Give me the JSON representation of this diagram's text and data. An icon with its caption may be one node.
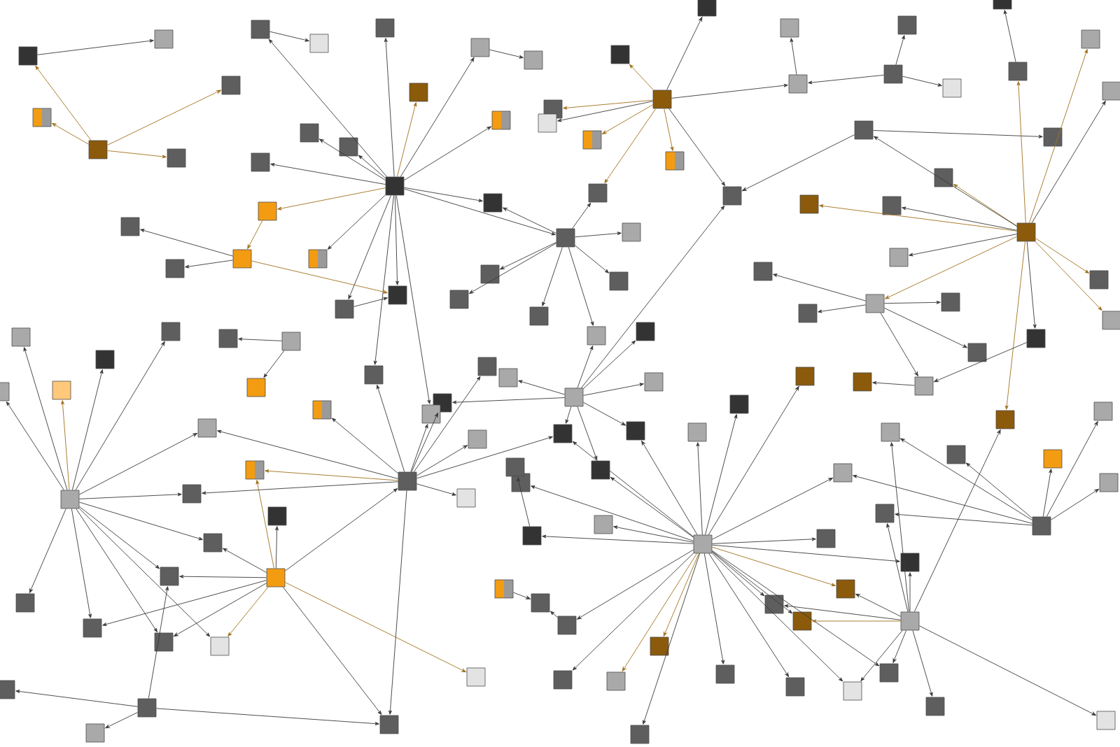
{
  "diagram": {
    "nodes": [
      {
        "text": [],
        "shape": "box"
      },
      {
        "text": [],
        "shape": "box"
      },
      {
        "text": [],
        "shape": "box"
      },
      {
        "text": [],
        "shape": "box"
      },
      {
        "text": [],
        "shape": "box"
      },
      {
        "text": [],
        "shape": "box"
      },
      {
        "text": [],
        "shape": "box"
      },
      {
        "text": [],
        "shape": "box"
      },
      {
        "text": [],
        "shape": "box"
      },
      {
        "text": [],
        "shape": "box"
      },
      {
        "text": [],
        "shape": "box"
      },
      {
        "text": [],
        "shape": "box"
      },
      {
        "text": [],
        "shape": "box"
      },
      {
        "text": [],
        "shape": "box"
      },
      {
        "text": [],
        "shape": "box"
      },
      {
        "text": [],
        "shape": "box"
      },
      {
        "text": [],
        "shape": "box"
      },
      {
        "text": [],
        "shape": "box"
      },
      {
        "text": [],
        "shape": "box"
      },
      {
        "text": [],
        "shape": "box"
      },
      {
        "text": [],
        "shape": "box"
      },
      {
        "text": [],
        "shape": "box"
      },
      {
        "text": [],
        "shape": "box"
      },
      {
        "text": [],
        "shape": "box"
      },
      {
        "text": [],
        "shape": "box"
      },
      {
        "text": [],
        "shape": "box"
      },
      {
        "text": [],
        "shape": "box"
      },
      {
        "text": [],
        "shape": "box"
      },
      {
        "text": [],
        "shape": "box"
      },
      {
        "text": [],
        "shape": "box"
      },
      {
        "text": [],
        "shape": "box"
      },
      {
        "text": [],
        "shape": "box"
      },
      {
        "text": [],
        "shape": "box"
      },
      {
        "text": [],
        "shape": "box"
      },
      {
        "text": [],
        "shape": "box"
      },
      {
        "text": [],
        "shape": "box"
      },
      {
        "text": [],
        "shape": "box"
      },
      {
        "text": [],
        "shape": "box"
      },
      {
        "text": [],
        "shape": "box"
      },
      {
        "text": [],
        "shape": "box"
      },
      {
        "text": [],
        "shape": "box"
      },
      {
        "text": [],
        "shape": "box"
      },
      {
        "text": [],
        "shape": "box"
      },
      {
        "text": [],
        "shape": "box"
      },
      {
        "text": [],
        "shape": "box"
      },
      {
        "text": [],
        "shape": "box"
      },
      {
        "text": [],
        "shape": "box"
      },
      {
        "text": [],
        "shape": "box"
      },
      {
        "text": [],
        "shape": "box"
      },
      {
        "text": [],
        "shape": "box"
      },
      {
        "text": [],
        "shape": "box"
      },
      {
        "text": [],
        "shape": "box"
      },
      {
        "text": [],
        "shape": "box"
      },
      {
        "text": [],
        "shape": "box"
      },
      {
        "text": [],
        "shape": "box"
      },
      {
        "text": [],
        "shape": "box"
      },
      {
        "text": [],
        "shape": "box"
      },
      {
        "text": [],
        "shape": "box"
      },
      {
        "text": [],
        "shape": "box"
      },
      {
        "text": [],
        "shape": "box"
      },
      {
        "text": [],
        "shape": "box"
      },
      {
        "text": [],
        "shape": "box"
      },
      {
        "text": [],
        "shape": "box"
      },
      {
        "text": [],
        "shape": "box"
      },
      {
        "text": [],
        "shape": "box"
      },
      {
        "text": [],
        "shape": "box"
      },
      {
        "text": [],
        "shape": "box"
      },
      {
        "text": [],
        "shape": "box"
      },
      {
        "text": [],
        "shape": "box"
      },
      {
        "text": [],
        "shape": "box"
      },
      {
        "text": [],
        "shape": "box"
      },
      {
        "text": [],
        "shape": "box"
      },
      {
        "text": [],
        "shape": "box"
      },
      {
        "text": [],
        "shape": "box"
      },
      {
        "text": [],
        "shape": "box"
      },
      {
        "text": [],
        "shape": "box"
      },
      {
        "text": [],
        "shape": "box"
      },
      {
        "text": [],
        "shape": "box"
      },
      {
        "text": [],
        "shape": "box"
      },
      {
        "text": [],
        "shape": "box"
      },
      {
        "text": [],
        "shape": "box"
      },
      {
        "text": [],
        "shape": "box"
      },
      {
        "text": [],
        "shape": "box"
      },
      {
        "text": [],
        "shape": "box"
      },
      {
        "text": [],
        "shape": "box"
      },
      {
        "text": [],
        "shape": "box"
      },
      {
        "text": [],
        "shape": "box"
      },
      {
        "text": [],
        "shape": "box"
      },
      {
        "text": [],
        "shape": "box"
      },
      {
        "text": [],
        "shape": "box"
      },
      {
        "text": [],
        "shape": "box"
      },
      {
        "text": [],
        "shape": "box"
      },
      {
        "text": [],
        "shape": "box"
      },
      {
        "text": [],
        "shape": "box"
      },
      {
        "text": [],
        "shape": "box"
      },
      {
        "text": [],
        "shape": "box"
      },
      {
        "text": [],
        "shape": "box"
      },
      {
        "text": [],
        "shape": "box"
      },
      {
        "text": [],
        "shape": "box"
      },
      {
        "text": [],
        "shape": "box"
      },
      {
        "text": [],
        "shape": "box"
      },
      {
        "text": [],
        "shape": "box"
      },
      {
        "text": [],
        "shape": "box"
      },
      {
        "text": [],
        "shape": "box"
      },
      {
        "text": [],
        "shape": "box"
      },
      {
        "text": [],
        "shape": "box"
      },
      {
        "text": [],
        "shape": "box"
      },
      {
        "text": [],
        "shape": "box"
      },
      {
        "text": [],
        "shape": "box"
      },
      {
        "text": [],
        "shape": "box"
      },
      {
        "text": [],
        "shape": "box"
      },
      {
        "text": [],
        "shape": "box"
      },
      {
        "text": [],
        "shape": "box"
      },
      {
        "text": [],
        "shape": "box"
      },
      {
        "text": [],
        "shape": "box"
      },
      {
        "text": [],
        "shape": "box"
      },
      {
        "text": [],
        "shape": "box"
      },
      {
        "text": [],
        "shape": "box"
      },
      {
        "text": [],
        "shape": "box"
      },
      {
        "text": [],
        "shape": "box"
      },
      {
        "text": [],
        "shape": "box"
      },
      {
        "text": [],
        "shape": "box"
      },
      {
        "text": [],
        "shape": "box"
      },
      {
        "text": [],
        "shape": "box"
      },
      {
        "text": [],
        "shape": "box"
      },
      {
        "text": [],
        "shape": "box"
      },
      {
        "text": [],
        "shape": "box"
      },
      {
        "text": [],
        "shape": "box"
      },
      {
        "text": [],
        "shape": "box"
      },
      {
        "text": [],
        "shape": "box"
      },
      {
        "text": [],
        "shape": "box"
      },
      {
        "text": [],
        "shape": "box"
      },
      {
        "text": [],
        "shape": "box"
      },
      {
        "text": [],
        "shape": "box"
      },
      {
        "text": [],
        "shape": "box"
      },
      {
        "text": [],
        "shape": "box"
      },
      {
        "text": [],
        "shape": "box"
      },
      {
        "text": [],
        "shape": "box"
      },
      {
        "text": [],
        "shape": "box"
      },
      {
        "text": [],
        "shape": "box"
      },
      {
        "text": [],
        "shape": "box"
      },
      {
        "text": [],
        "shape": "box"
      },
      {
        "text": [],
        "shape": "box"
      }
    ],
    "edges": [
      {
        "from": 10,
        "to": 4,
        "arrow": "to"
      },
      {
        "from": 10,
        "to": 11,
        "arrow": "to"
      },
      {
        "from": 10,
        "to": 12,
        "arrow": "to"
      },
      {
        "from": 10,
        "to": 14,
        "arrow": "to",
        "color": "#a0701c"
      },
      {
        "from": 10,
        "to": 15,
        "arrow": "to"
      },
      {
        "from": 10,
        "to": 18,
        "arrow": "to"
      },
      {
        "from": 10,
        "to": 8,
        "arrow": "to"
      },
      {
        "from": 10,
        "to": 9,
        "arrow": "to"
      },
      {
        "from": 10,
        "to": 19,
        "arrow": "to",
        "color": "#a0701c"
      },
      {
        "from": 10,
        "to": 21,
        "arrow": "to"
      },
      {
        "from": 10,
        "to": 24,
        "arrow": "to"
      },
      {
        "from": 10,
        "to": 25,
        "arrow": "to"
      },
      {
        "from": 10,
        "to": 26,
        "arrow": "to"
      },
      {
        "from": 10,
        "to": 27,
        "arrow": "to"
      },
      {
        "from": 10,
        "to": 95,
        "arrow": "to"
      },
      {
        "from": 10,
        "to": 97,
        "arrow": "to"
      },
      {
        "from": 1,
        "to": 0,
        "arrow": "to",
        "color": "#a0701c"
      },
      {
        "from": 1,
        "to": 2,
        "arrow": "to",
        "color": "#a0701c"
      },
      {
        "from": 1,
        "to": 7,
        "arrow": "to",
        "color": "#a0701c"
      },
      {
        "from": 1,
        "to": 6,
        "arrow": "to",
        "color": "#a0701c"
      },
      {
        "from": 0,
        "to": 3,
        "arrow": "to"
      },
      {
        "from": 32,
        "to": 31,
        "arrow": "to",
        "color": "#a0701c"
      },
      {
        "from": 32,
        "to": 33,
        "arrow": "to"
      },
      {
        "from": 32,
        "to": 34,
        "arrow": "to",
        "color": "#a0701c"
      },
      {
        "from": 32,
        "to": 30,
        "arrow": "to",
        "color": "#a0701c"
      },
      {
        "from": 32,
        "to": 16,
        "arrow": "to",
        "color": "#a0701c"
      },
      {
        "from": 32,
        "to": 17,
        "arrow": "to"
      },
      {
        "from": 32,
        "to": 29,
        "arrow": "to",
        "color": "#a0701c"
      },
      {
        "from": 32,
        "to": 35,
        "arrow": "to"
      },
      {
        "from": 32,
        "to": 36,
        "arrow": "to"
      },
      {
        "from": 36,
        "to": 37,
        "arrow": "to"
      },
      {
        "from": 40,
        "to": 36,
        "arrow": "to"
      },
      {
        "from": 40,
        "to": 41,
        "arrow": "to"
      },
      {
        "from": 40,
        "to": 42,
        "arrow": "to"
      },
      {
        "from": 38,
        "to": 35,
        "arrow": "to"
      },
      {
        "from": 38,
        "to": 48,
        "arrow": "to"
      },
      {
        "from": 43,
        "to": 44,
        "arrow": "to"
      },
      {
        "from": 45,
        "to": 43,
        "arrow": "to",
        "color": "#a0701c"
      },
      {
        "from": 45,
        "to": 46,
        "arrow": "to",
        "color": "#a0701c"
      },
      {
        "from": 45,
        "to": 47,
        "arrow": "to"
      },
      {
        "from": 45,
        "to": 49,
        "arrow": "to",
        "color": "#a0701c"
      },
      {
        "from": 45,
        "to": 50,
        "arrow": "to"
      },
      {
        "from": 45,
        "to": 51,
        "arrow": "to"
      },
      {
        "from": 45,
        "to": 57,
        "arrow": "to"
      },
      {
        "from": 45,
        "to": 58,
        "arrow": "to",
        "color": "#a0701c"
      },
      {
        "from": 45,
        "to": 59,
        "arrow": "to",
        "color": "#a0701c"
      },
      {
        "from": 45,
        "to": 63,
        "arrow": "to",
        "color": "#a0701c"
      },
      {
        "from": 45,
        "to": 52,
        "arrow": "to",
        "color": "#a0701c"
      },
      {
        "from": 45,
        "to": 39,
        "arrow": "to",
        "color": "#a0701c"
      },
      {
        "from": 45,
        "to": 38,
        "arrow": "to"
      },
      {
        "from": 52,
        "to": 53,
        "arrow": "to"
      },
      {
        "from": 52,
        "to": 54,
        "arrow": "to"
      },
      {
        "from": 52,
        "to": 55,
        "arrow": "to"
      },
      {
        "from": 52,
        "to": 56,
        "arrow": "to"
      },
      {
        "from": 52,
        "to": 60,
        "arrow": "to"
      },
      {
        "from": 60,
        "to": 61,
        "arrow": "to"
      },
      {
        "from": 57,
        "to": 60,
        "arrow": "to"
      },
      {
        "from": 27,
        "to": 26,
        "arrow": "to"
      },
      {
        "from": 27,
        "to": 28,
        "arrow": "to"
      },
      {
        "from": 27,
        "to": 29,
        "arrow": "to"
      },
      {
        "from": 27,
        "to": 85,
        "arrow": "to"
      },
      {
        "from": 27,
        "to": 86,
        "arrow": "to"
      },
      {
        "from": 27,
        "to": 84,
        "arrow": "to"
      },
      {
        "from": 27,
        "to": 87,
        "arrow": "to"
      },
      {
        "from": 27,
        "to": 83,
        "arrow": "to"
      },
      {
        "from": 88,
        "to": 81,
        "arrow": "to"
      },
      {
        "from": 88,
        "to": 82,
        "arrow": "to"
      },
      {
        "from": 88,
        "to": 83,
        "arrow": "to"
      },
      {
        "from": 88,
        "to": 91,
        "arrow": "to"
      },
      {
        "from": 88,
        "to": 92,
        "arrow": "to"
      },
      {
        "from": 88,
        "to": 94,
        "arrow": "to"
      },
      {
        "from": 88,
        "to": 89,
        "arrow": "to"
      },
      {
        "from": 88,
        "to": 90,
        "arrow": "to"
      },
      {
        "from": 88,
        "to": 35,
        "arrow": "to"
      },
      {
        "from": 78,
        "to": 62,
        "arrow": "to"
      },
      {
        "from": 78,
        "to": 79,
        "arrow": "to"
      },
      {
        "from": 78,
        "to": 80,
        "arrow": "to"
      },
      {
        "from": 78,
        "to": 89,
        "arrow": "to"
      },
      {
        "from": 78,
        "to": 90,
        "arrow": "to"
      },
      {
        "from": 78,
        "to": 91,
        "arrow": "to"
      },
      {
        "from": 78,
        "to": 126,
        "arrow": "to"
      },
      {
        "from": 78,
        "to": 128,
        "arrow": "to"
      },
      {
        "from": 78,
        "to": 129,
        "arrow": "to"
      },
      {
        "from": 78,
        "to": 132,
        "arrow": "to"
      },
      {
        "from": 78,
        "to": 134,
        "arrow": "to",
        "color": "#a0701c"
      },
      {
        "from": 78,
        "to": 135,
        "arrow": "to",
        "color": "#a0701c"
      },
      {
        "from": 78,
        "to": 136,
        "arrow": "to"
      },
      {
        "from": 78,
        "to": 137,
        "arrow": "to"
      },
      {
        "from": 78,
        "to": 138,
        "arrow": "to"
      },
      {
        "from": 78,
        "to": 139,
        "arrow": "to"
      },
      {
        "from": 78,
        "to": 70,
        "arrow": "to"
      },
      {
        "from": 78,
        "to": 72,
        "arrow": "to"
      },
      {
        "from": 78,
        "to": 75,
        "arrow": "to",
        "color": "#a0701c"
      },
      {
        "from": 78,
        "to": 76,
        "arrow": "to"
      },
      {
        "from": 78,
        "to": 77,
        "arrow": "to"
      },
      {
        "from": 78,
        "to": 73,
        "arrow": "to"
      },
      {
        "from": 78,
        "to": 140,
        "arrow": "to"
      },
      {
        "from": 78,
        "to": 133,
        "arrow": "to"
      },
      {
        "from": 74,
        "to": 73,
        "arrow": "to"
      },
      {
        "from": 74,
        "to": 76,
        "arrow": "to",
        "color": "#a0701c"
      },
      {
        "from": 74,
        "to": 77,
        "arrow": "to"
      },
      {
        "from": 74,
        "to": 139,
        "arrow": "to"
      },
      {
        "from": 74,
        "to": 140,
        "arrow": "to"
      },
      {
        "from": 74,
        "to": 141,
        "arrow": "to"
      },
      {
        "from": 74,
        "to": 142,
        "arrow": "to"
      },
      {
        "from": 74,
        "to": 71,
        "arrow": "to"
      },
      {
        "from": 74,
        "to": 66,
        "arrow": "to"
      },
      {
        "from": 74,
        "to": 75,
        "arrow": "to"
      },
      {
        "from": 74,
        "to": 63,
        "arrow": "to"
      },
      {
        "from": 68,
        "to": 64,
        "arrow": "to"
      },
      {
        "from": 68,
        "to": 65,
        "arrow": "to"
      },
      {
        "from": 68,
        "to": 67,
        "arrow": "to"
      },
      {
        "from": 68,
        "to": 69,
        "arrow": "to"
      },
      {
        "from": 68,
        "to": 66,
        "arrow": "to"
      },
      {
        "from": 68,
        "to": 70,
        "arrow": "to"
      },
      {
        "from": 68,
        "to": 71,
        "arrow": "to"
      },
      {
        "from": 103,
        "to": 93,
        "arrow": "to"
      },
      {
        "from": 103,
        "to": 94,
        "arrow": "to"
      },
      {
        "from": 103,
        "to": 95,
        "arrow": "to"
      },
      {
        "from": 103,
        "to": 96,
        "arrow": "to"
      },
      {
        "from": 103,
        "to": 97,
        "arrow": "to"
      },
      {
        "from": 103,
        "to": 102,
        "arrow": "to"
      },
      {
        "from": 103,
        "to": 104,
        "arrow": "to"
      },
      {
        "from": 103,
        "to": 105,
        "arrow": "to",
        "color": "#a0701c"
      },
      {
        "from": 103,
        "to": 106,
        "arrow": "to"
      },
      {
        "from": 103,
        "to": 125,
        "arrow": "to"
      },
      {
        "from": 103,
        "to": 123,
        "arrow": "to"
      },
      {
        "from": 103,
        "to": 91,
        "arrow": "to"
      },
      {
        "from": 109,
        "to": 105,
        "arrow": "to",
        "color": "#a0701c"
      },
      {
        "from": 109,
        "to": 107,
        "arrow": "to"
      },
      {
        "from": 109,
        "to": 108,
        "arrow": "to"
      },
      {
        "from": 109,
        "to": 110,
        "arrow": "to"
      },
      {
        "from": 109,
        "to": 111,
        "arrow": "to"
      },
      {
        "from": 109,
        "to": 112,
        "arrow": "to"
      },
      {
        "from": 109,
        "to": 113,
        "arrow": "to",
        "color": "#a0701c"
      },
      {
        "from": 109,
        "to": 124,
        "arrow": "to",
        "color": "#a0701c"
      },
      {
        "from": 109,
        "to": 123,
        "arrow": "to"
      },
      {
        "from": 109,
        "to": 103,
        "arrow": "to"
      },
      {
        "from": 115,
        "to": 116,
        "arrow": "to"
      },
      {
        "from": 115,
        "to": 117,
        "arrow": "to",
        "color": "#a0701c"
      },
      {
        "from": 115,
        "to": 118,
        "arrow": "to"
      },
      {
        "from": 115,
        "to": 119,
        "arrow": "to"
      },
      {
        "from": 115,
        "to": 104,
        "arrow": "to"
      },
      {
        "from": 115,
        "to": 106,
        "arrow": "to"
      },
      {
        "from": 115,
        "to": 107,
        "arrow": "to"
      },
      {
        "from": 115,
        "to": 110,
        "arrow": "to"
      },
      {
        "from": 115,
        "to": 111,
        "arrow": "to"
      },
      {
        "from": 115,
        "to": 112,
        "arrow": "to"
      },
      {
        "from": 115,
        "to": 113,
        "arrow": "to"
      },
      {
        "from": 115,
        "to": 114,
        "arrow": "to"
      },
      {
        "from": 115,
        "to": 100,
        "arrow": "to"
      },
      {
        "from": 121,
        "to": 120,
        "arrow": "to"
      },
      {
        "from": 121,
        "to": 122,
        "arrow": "to"
      },
      {
        "from": 121,
        "to": 123,
        "arrow": "to"
      },
      {
        "from": 121,
        "to": 110,
        "arrow": "to"
      },
      {
        "from": 98,
        "to": 99,
        "arrow": "to"
      },
      {
        "from": 98,
        "to": 101,
        "arrow": "to"
      },
      {
        "from": 19,
        "to": 20,
        "arrow": "to",
        "color": "#a0701c"
      },
      {
        "from": 20,
        "to": 22,
        "arrow": "to"
      },
      {
        "from": 20,
        "to": 23,
        "arrow": "to"
      },
      {
        "from": 20,
        "to": 24,
        "arrow": "to",
        "color": "#a0701c"
      },
      {
        "from": 25,
        "to": 24,
        "arrow": "to"
      },
      {
        "from": 132,
        "to": 131,
        "arrow": "to"
      },
      {
        "from": 130,
        "to": 131,
        "arrow": "to"
      },
      {
        "from": 128,
        "to": 127,
        "arrow": "to"
      },
      {
        "from": 12,
        "to": 13,
        "arrow": "to"
      },
      {
        "from": 4,
        "to": 5,
        "arrow": "to"
      }
    ]
  }
}
